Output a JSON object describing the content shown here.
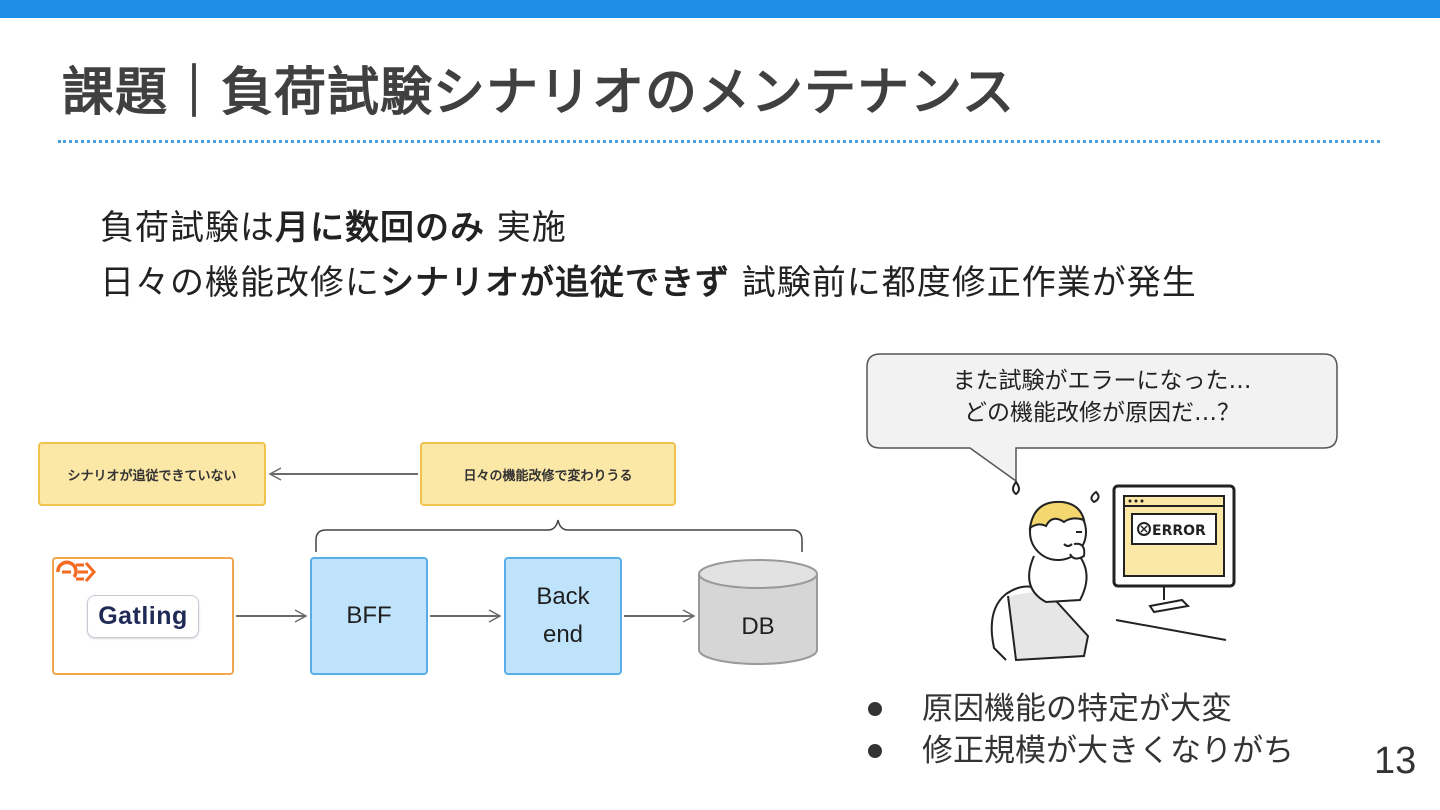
{
  "title": "課題｜負荷試験シナリオのメンテナンス",
  "body": {
    "line1": {
      "t1": "負荷試験は",
      "b1": "月に数回のみ",
      "t2": " 実施"
    },
    "line2": {
      "t1": "日々の機能改修に",
      "b1": "シナリオが追従できず",
      "t2": " 試験前に都度修正作業が発生"
    }
  },
  "diagram": {
    "note_left": "シナリオが追従できていない",
    "note_right": "日々の機能改修で変わりうる",
    "gatling_label": "Gatling",
    "bff": "BFF",
    "backend_line1": "Back",
    "backend_line2": "end",
    "db": "DB"
  },
  "bubble": {
    "line1": "また試験がエラーになった…",
    "line2": "どの機能改修が原因だ…？"
  },
  "illustration": {
    "screen_text": "ERROR"
  },
  "bullets": [
    "原因機能の特定が大変",
    "修正規模が大きくなりがち"
  ],
  "page_number": "13",
  "colors": {
    "accent": "#1e8fe6",
    "note_fill": "#fbe7a6",
    "note_border": "#f1c24e",
    "service_fill": "#bfe3fb",
    "service_border": "#5aaee8",
    "gatling_border": "#efa64e",
    "db_fill": "#d6d6d6"
  }
}
